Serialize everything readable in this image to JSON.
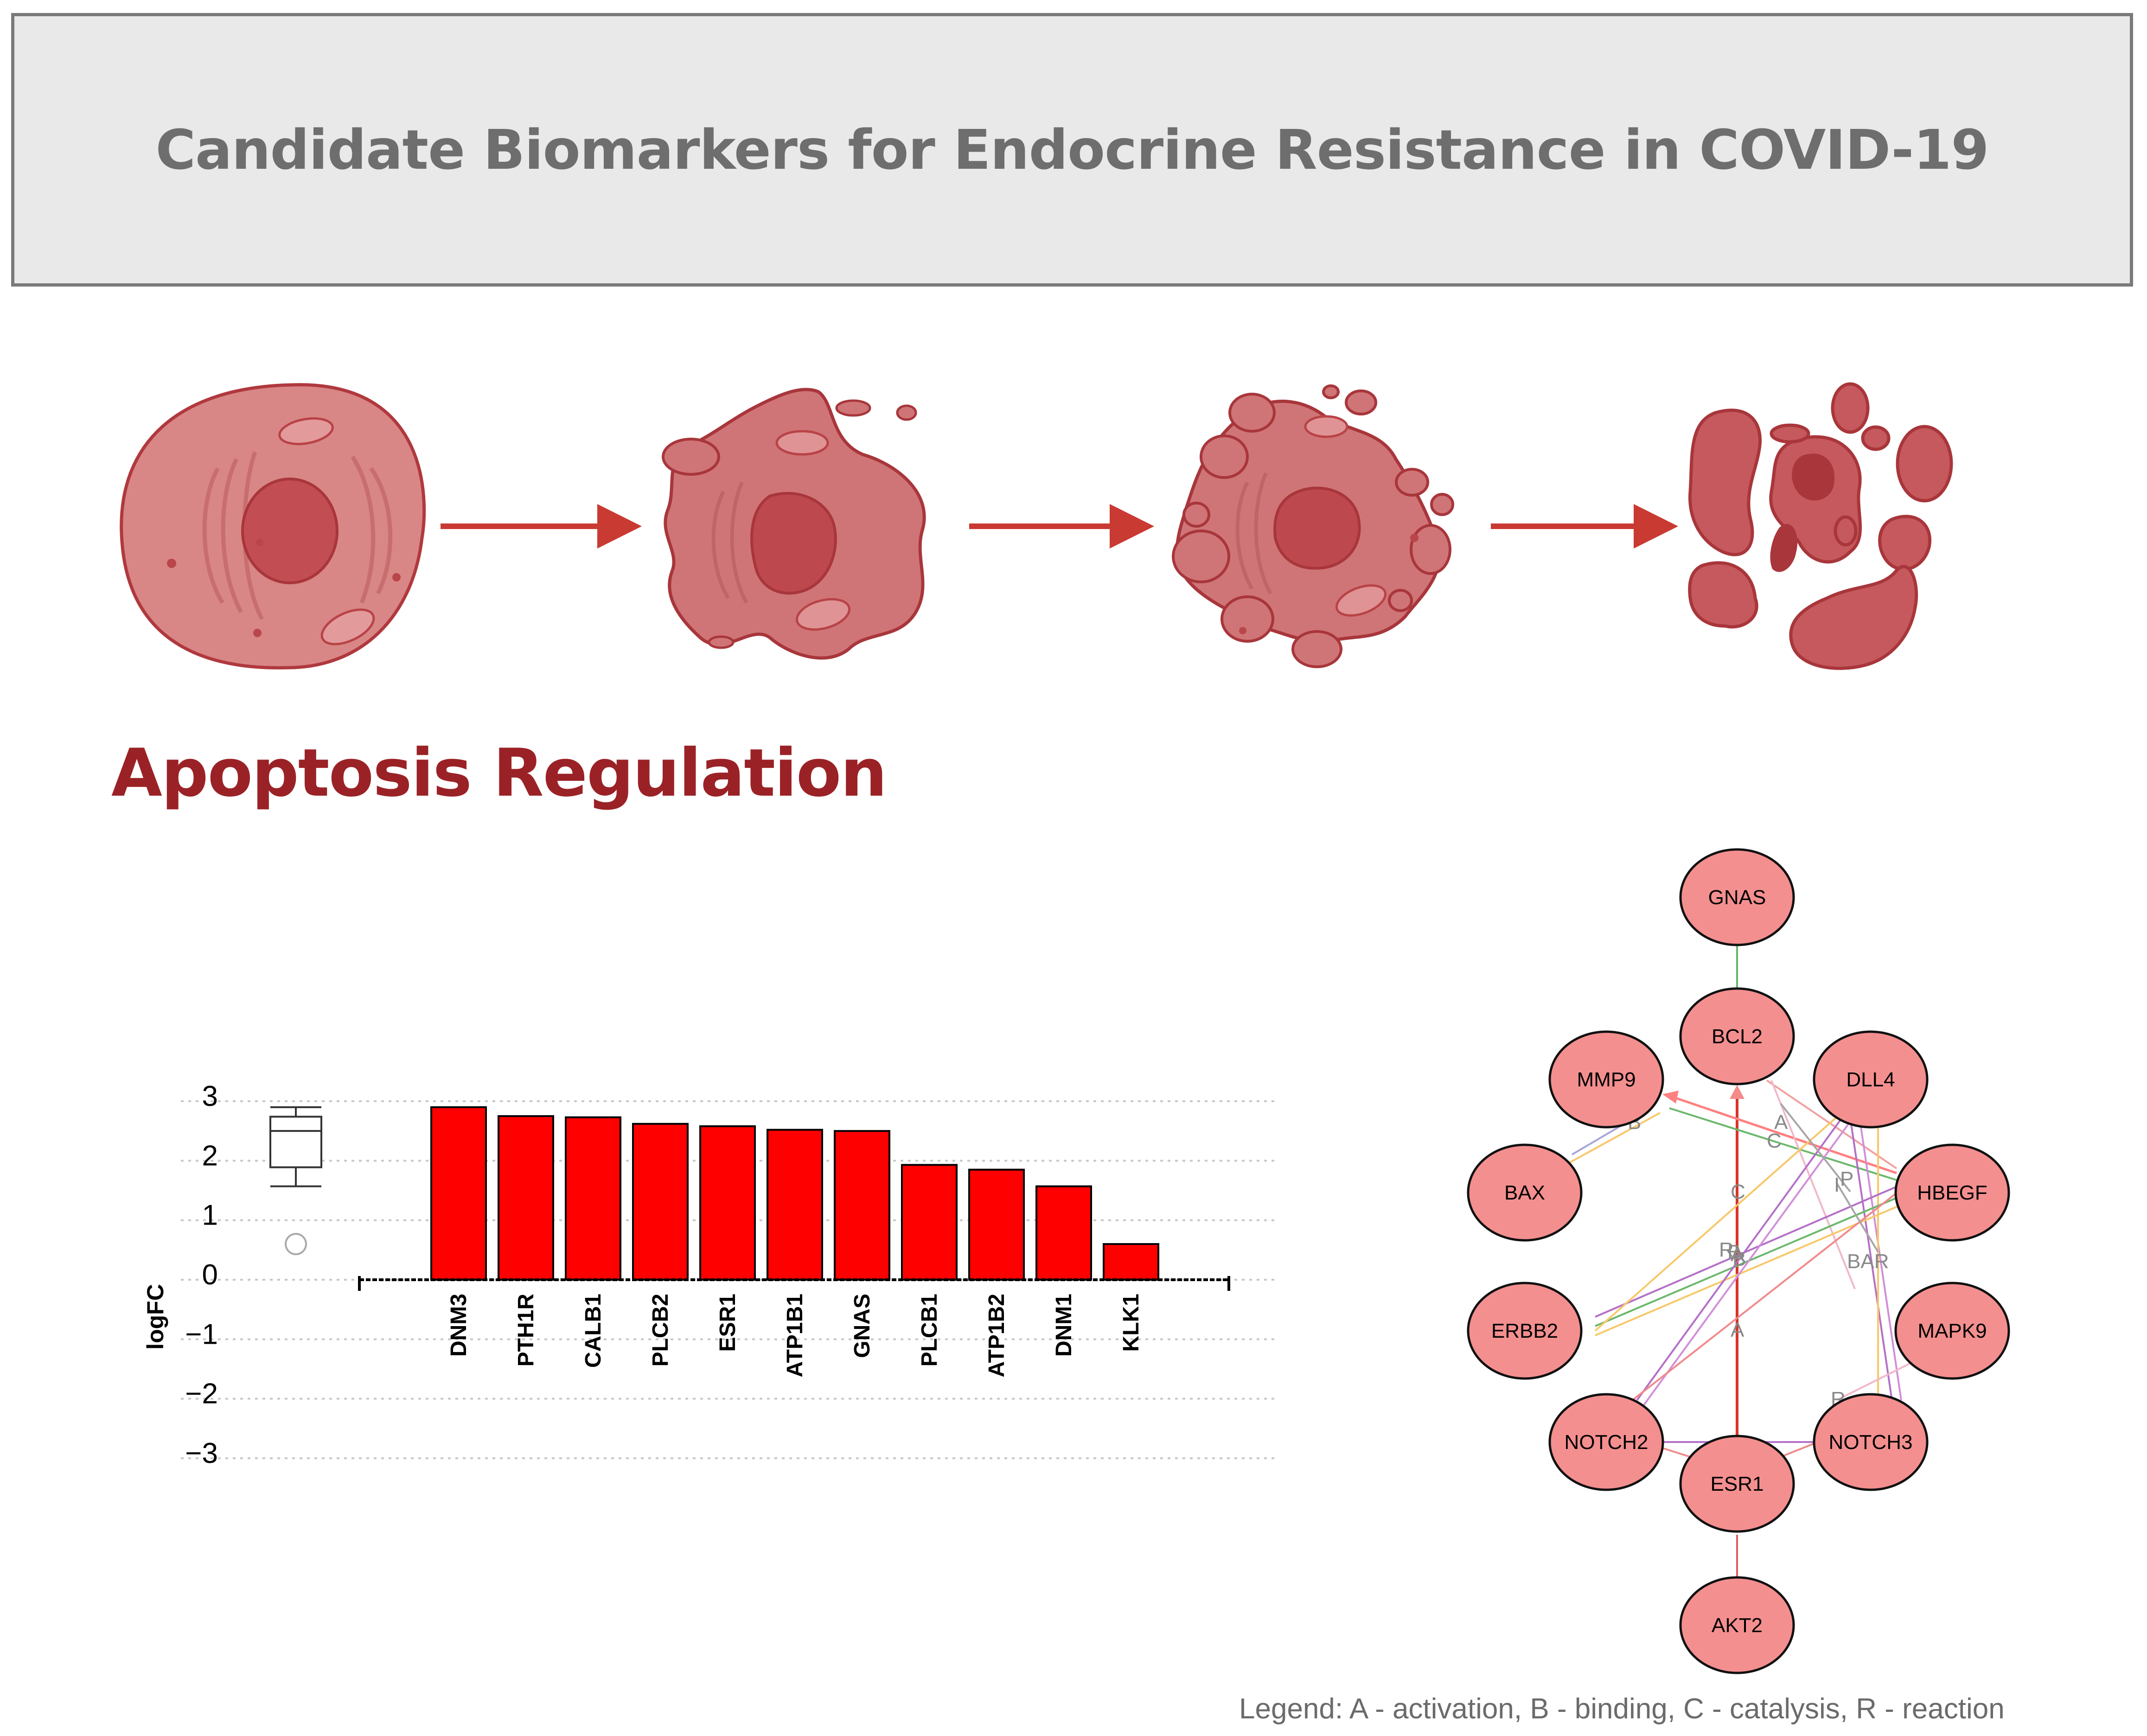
{
  "header": {
    "title": "Candidate Biomarkers for Endocrine Resistance in COVID-19"
  },
  "section": {
    "title": "Apoptosis Regulation"
  },
  "illustration": {
    "stages": [
      "healthy-cell",
      "shrinking-cell",
      "blebbing-cell",
      "apoptotic-bodies"
    ],
    "colors": {
      "cell": "#d57b7b",
      "cell_dark": "#b9464a",
      "outline": "#a8363b",
      "arrow": "#c83a32"
    }
  },
  "chart_data": {
    "type": "bar",
    "categories": [
      "DNM3",
      "PTH1R",
      "CALB1",
      "PLCB2",
      "ESR1",
      "ATP1B1",
      "GNAS",
      "PLCB1",
      "ATP1B2",
      "DNM1",
      "KLK1"
    ],
    "values": [
      2.9,
      2.75,
      2.73,
      2.62,
      2.58,
      2.52,
      2.5,
      1.93,
      1.85,
      1.57,
      0.6
    ],
    "ylabel": "logFC",
    "ylim": [
      -3,
      3
    ],
    "yticks": [
      "3",
      "2",
      "1",
      "0",
      "−1",
      "−2",
      "−3"
    ],
    "grid": true,
    "bar_color": "#ff0000",
    "boxplot": {
      "min": 1.57,
      "q1": 1.89,
      "median": 2.5,
      "q3": 2.74,
      "max": 2.9,
      "outlier": 0.6
    }
  },
  "network": {
    "node_color": "#f48f8f",
    "nodes": [
      "GNAS",
      "BCL2",
      "MMP9",
      "DLL4",
      "BAX",
      "HBEGF",
      "ERBB2",
      "MAPK9",
      "NOTCH2",
      "NOTCH3",
      "ESR1",
      "AKT2"
    ],
    "edge_labels": [
      "B",
      "A",
      "C",
      "P",
      "I",
      "C",
      "BAR",
      "R",
      "B",
      "A",
      "A",
      "R",
      "P",
      "B"
    ]
  },
  "legend": {
    "text": "Legend: A - activation, B - binding, C - catalysis, R - reaction"
  }
}
